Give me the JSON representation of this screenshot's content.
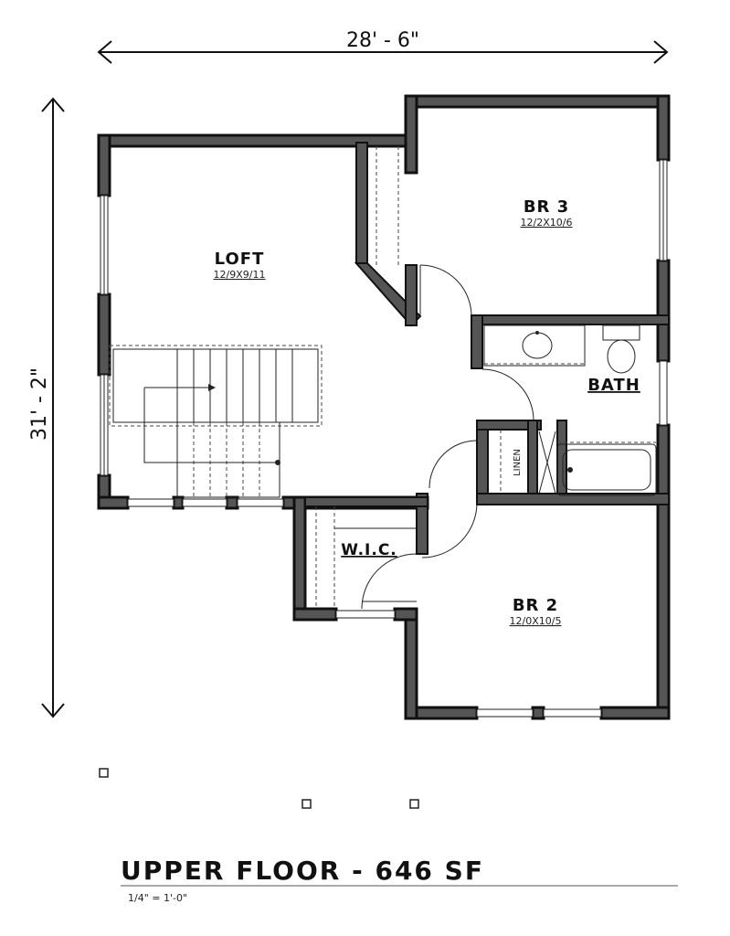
{
  "dimensions": {
    "width": "28' - 6\"",
    "depth": "31' - 2\""
  },
  "rooms": {
    "loft": {
      "name": "LOFT",
      "size": "12/9X9/11"
    },
    "br3": {
      "name": "BR 3",
      "size": "12/2X10/6"
    },
    "bath": {
      "name": "BATH"
    },
    "linen": {
      "name": "LINEN"
    },
    "wic": {
      "name": "W.I.C."
    },
    "br2": {
      "name": "BR 2",
      "size": "12/0X10/5"
    }
  },
  "title": {
    "text": "UPPER FLOOR  -  646 SF",
    "scale": "1/4\" = 1'-0\""
  }
}
